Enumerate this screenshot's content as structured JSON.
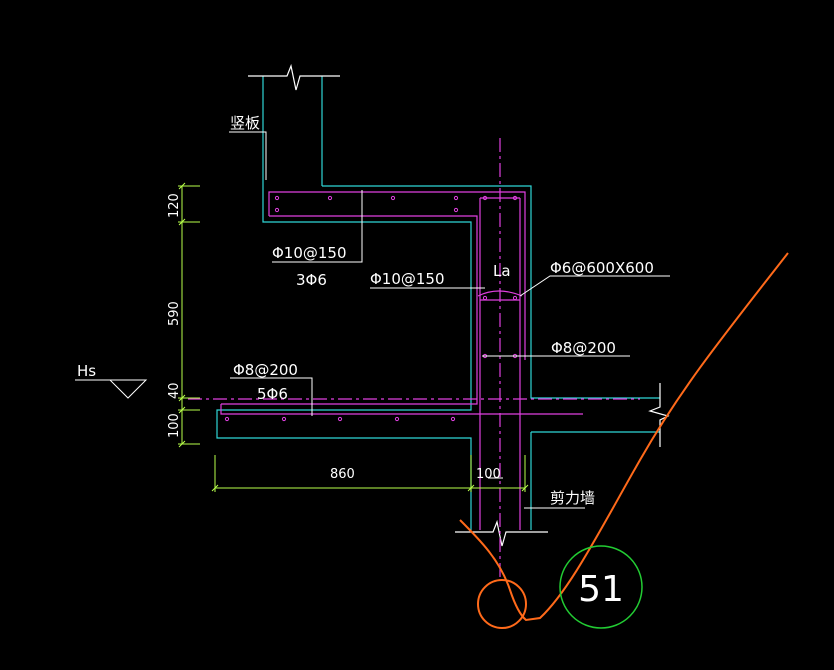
{
  "colors": {
    "background": "#000000",
    "outline": "#2fd6d6",
    "rebar": "#e040e0",
    "dimension": "#b8ff4a",
    "annotation": "#ffffff",
    "hand_drawn": "#ff6a1a",
    "bubble": "#22cc33"
  },
  "labels": {
    "vertical_slab": "竖板",
    "rebar_top": "Φ10@150",
    "rebar_top_dist": "3Φ6",
    "rebar_inner": "Φ10@150",
    "anchorage": "La",
    "tie_bar": "Φ6@600X600",
    "rebar_wall": "Φ8@200",
    "rebar_bottom": "Φ8@200",
    "rebar_bottom_dist": "5Φ6",
    "water_level": "Hs",
    "shear_wall": "剪力墙"
  },
  "dimensions": {
    "d120": "120",
    "d590": "590",
    "d40": "40",
    "d100v": "100",
    "d860": "860",
    "d100h": "100"
  },
  "detail_bubble": {
    "number": "51"
  }
}
